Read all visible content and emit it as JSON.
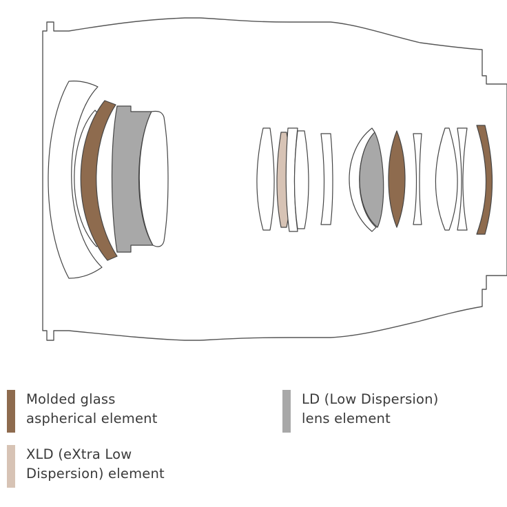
{
  "colors": {
    "molded": "#8e6b4e",
    "xld": "#d7c3b5",
    "ld": "#a8a8a8",
    "outline": "#555555",
    "plain": "#ffffff"
  },
  "legend": [
    {
      "id": "molded",
      "lines": [
        "Molded glass",
        "aspherical element"
      ],
      "color": "#8e6b4e"
    },
    {
      "id": "ld",
      "lines": [
        "LD (Low Dispersion)",
        "lens element"
      ],
      "color": "#a8a8a8"
    },
    {
      "id": "xld",
      "lines": [
        "XLD (eXtra Low",
        "Dispersion) element"
      ],
      "color": "#d7c3b5"
    }
  ]
}
